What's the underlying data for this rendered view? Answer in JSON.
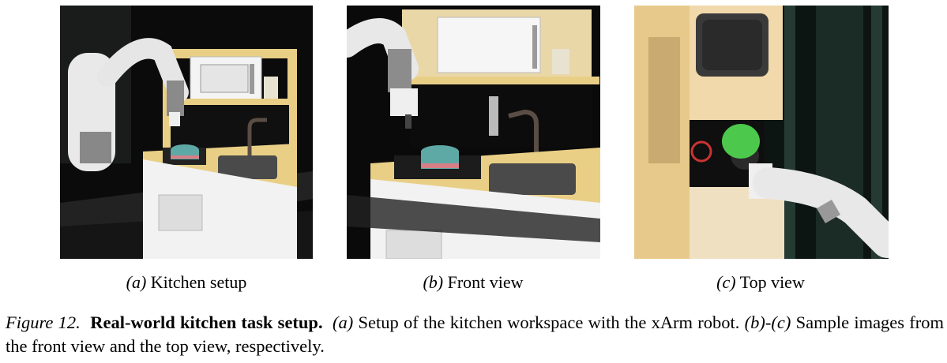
{
  "subfigures": [
    {
      "tag": "(a)",
      "label": "Kitchen setup"
    },
    {
      "tag": "(b)",
      "label": "Front view"
    },
    {
      "tag": "(c)",
      "label": "Top view"
    }
  ],
  "caption": {
    "figure_label": "Figure 12.",
    "title": "Real-world kitchen task setup.",
    "seg1_tag": "(a)",
    "seg1_text": " Setup of the kitchen workspace with the xArm robot. ",
    "seg2_tag": "(b)-(c)",
    "seg2_text": " Sample images from the front view and the top view, respectively."
  },
  "colors": {
    "background": "#000000",
    "wood": "#e9cf86",
    "cabinet_white": "#f2f2f2",
    "sink_gray": "#4a4a4a",
    "pot_teal": "#5ea8a6",
    "pot_pink": "#d77f86",
    "green_object": "#4cc94c"
  }
}
